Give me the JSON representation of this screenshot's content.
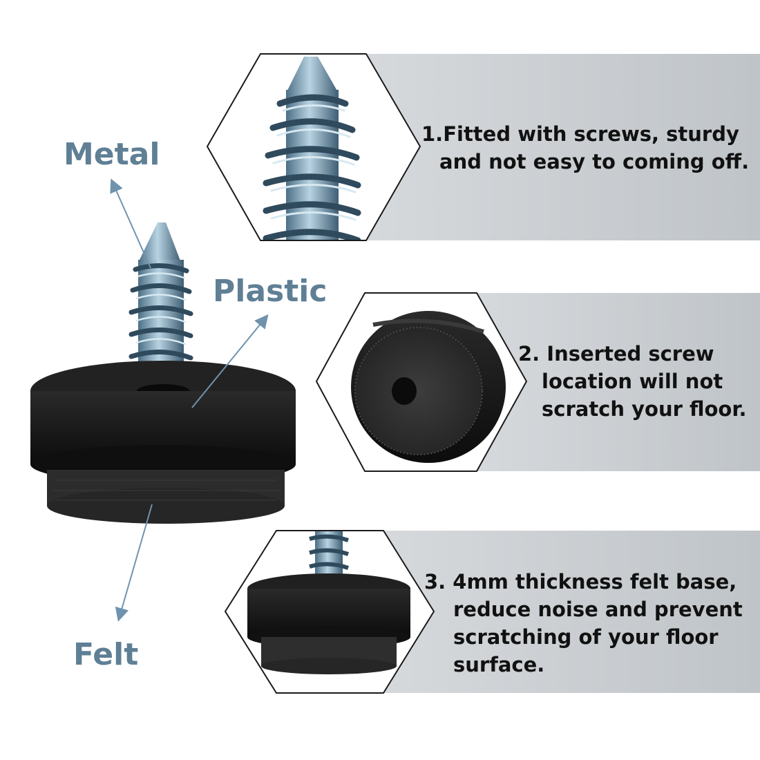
{
  "callouts": {
    "metal": "Metal",
    "plastic": "Plastic",
    "felt": "Felt"
  },
  "features": [
    {
      "lines": [
        "1.Fitted with screws, sturdy",
        "and not easy to coming off."
      ]
    },
    {
      "lines": [
        "2. Inserted screw",
        "location will not",
        "scratch your floor."
      ]
    },
    {
      "lines": [
        "3. 4mm thickness felt base,",
        "reduce noise and prevent",
        "scratching of your floor",
        "surface."
      ]
    }
  ],
  "colors": {
    "label_blue": "#5f7f95",
    "arrow_blue": "#6f93ae",
    "band_gray": "#c9cdd1",
    "pad_black": "#141414",
    "felt_gray": "#2c2c2c",
    "screw_steel": "#8fb3c7"
  },
  "icons": {
    "screw": "screw-icon",
    "pad": "furniture-pad",
    "felt": "felt-disc"
  }
}
